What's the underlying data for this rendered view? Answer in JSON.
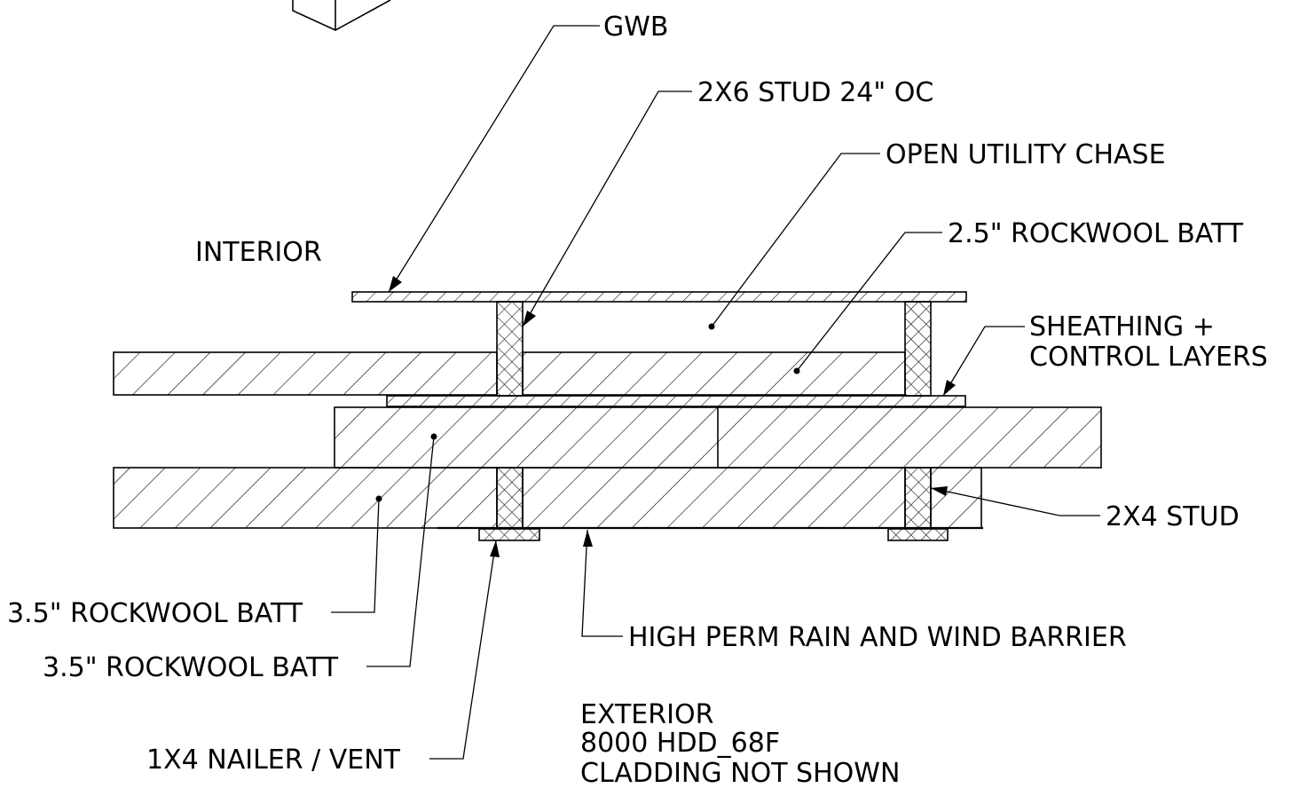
{
  "labels": {
    "gwb": "GWB",
    "stud_2x6": "2X6 STUD 24\" OC",
    "utility_chase": "OPEN UTILITY CHASE",
    "batt_2_5": "2.5\" ROCKWOOL BATT",
    "sheathing_line1": "SHEATHING +",
    "sheathing_line2": "CONTROL LAYERS",
    "interior": "INTERIOR",
    "stud_2x4": "2X4 STUD",
    "batt_3_5_a": "3.5\" ROCKWOOL BATT",
    "batt_3_5_b": "3.5\" ROCKWOOL BATT",
    "wind_barrier": "HIGH PERM RAIN AND  WIND BARRIER",
    "nailer": "1X4 NAILER / VENT",
    "exterior_line1": "EXTERIOR",
    "exterior_line2": "8000 HDD_68F",
    "exterior_line3": "CLADDING NOT SHOWN"
  }
}
